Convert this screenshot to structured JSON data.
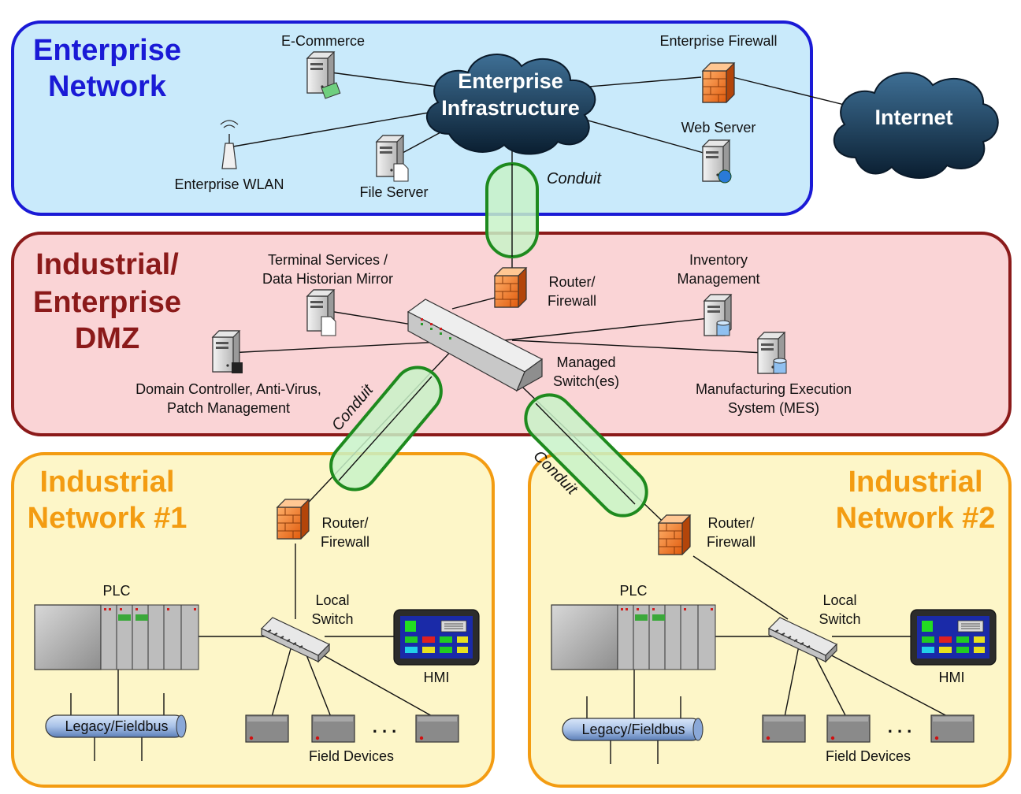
{
  "zones": {
    "enterprise": {
      "title_line1": "Enterprise",
      "title_line2": "Network",
      "color": "#1a1ad6",
      "fill": "#c9eafb"
    },
    "dmz": {
      "title_line1": "Industrial/",
      "title_line2": "Enterprise",
      "title_line3": "DMZ",
      "color": "#8b1a1a",
      "fill": "#fad4d6"
    },
    "industrial1": {
      "title_line1": "Industrial",
      "title_line2": "Network #1",
      "color": "#f39c12",
      "fill": "#fdf6c8"
    },
    "industrial2": {
      "title_line1": "Industrial",
      "title_line2": "Network #2",
      "color": "#f39c12",
      "fill": "#fdf6c8"
    }
  },
  "clouds": {
    "enterprise_line1": "Enterprise",
    "enterprise_line2": "Infrastructure",
    "internet": "Internet"
  },
  "enterprise_labels": {
    "ecommerce": "E-Commerce",
    "firewall": "Enterprise Firewall",
    "web_server": "Web Server",
    "wlan": "Enterprise WLAN",
    "file_server": "File Server"
  },
  "dmz_labels": {
    "terminal_line1": "Terminal Services /",
    "terminal_line2": "Data Historian Mirror",
    "router_line1": "Router/",
    "router_line2": "Firewall",
    "inventory_line1": "Inventory",
    "inventory_line2": "Management",
    "switch_line1": "Managed",
    "switch_line2": "Switch(es)",
    "domain_line1": "Domain Controller, Anti-Virus,",
    "domain_line2": "Patch Management",
    "mes_line1": "Manufacturing Execution",
    "mes_line2": "System (MES)"
  },
  "conduit_label": "Conduit",
  "industrial_labels": {
    "router_line1": "Router/",
    "router_line2": "Firewall",
    "plc": "PLC",
    "switch_line1": "Local",
    "switch_line2": "Switch",
    "hmi": "HMI",
    "fieldbus": "Legacy/Fieldbus",
    "field_devices": "Field Devices",
    "ellipsis": ". . ."
  },
  "icons": [
    "server-icon",
    "firewall-icon",
    "wireless-ap-icon",
    "cloud-icon",
    "switch-icon",
    "plc-icon",
    "hmi-icon",
    "field-device-icon",
    "database-server-icon",
    "web-server-icon"
  ]
}
